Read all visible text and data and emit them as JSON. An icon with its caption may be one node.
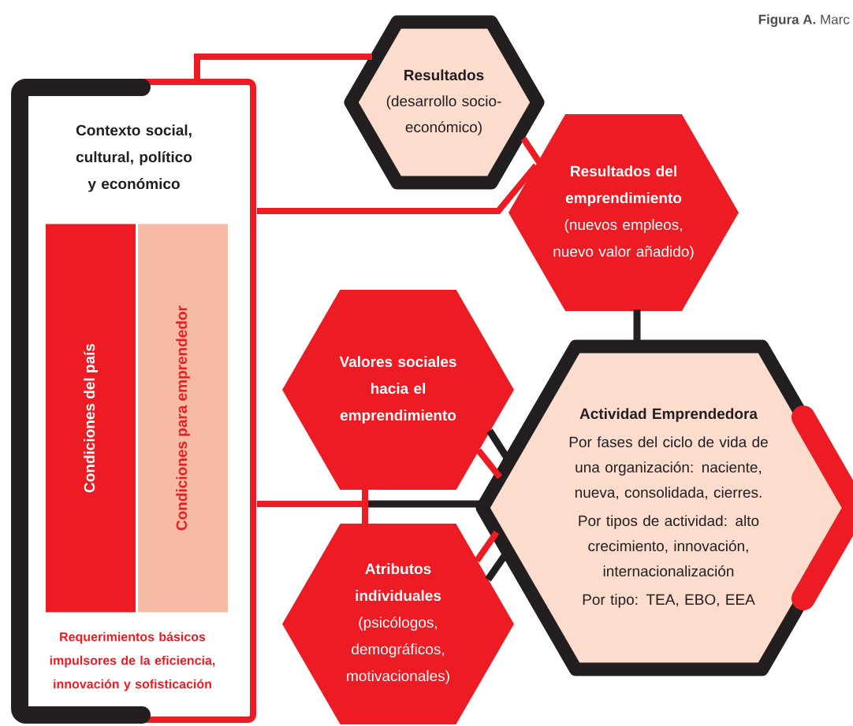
{
  "diagram": {
    "title": "**Figura A.** Marc",
    "nodes": [
      {
        "text": [
          "Contexto social, cultural, político y económico",
          "Requerimientos básicos impulsores de la eficiencia, innovación y sofisticación"
        ]
      },
      {
        "text": [
          "Condiciones del país"
        ],
        "in": 0
      },
      {
        "text": [
          "Condiciones para emprendedor"
        ],
        "in": 0
      },
      {
        "text": [
          "Resultados",
          "(desarrollo socio-económico)"
        ]
      },
      {
        "text": [
          "Resultados del emprendimiento",
          "(nuevos empleos, nuevo valor añadido)"
        ]
      },
      {
        "text": [
          "Valores sociales hacia el emprendimiento"
        ]
      },
      {
        "text": [
          "Atributos individuales",
          "(psicólogos, demográficos, motivacionales)"
        ]
      },
      {
        "text": [
          "Actividad Emprendedora",
          "Por fases del ciclo de vida de una organización: naciente, nueva, consolidada, cierres.",
          "Por tipos de actividad: alto crecimiento, innovación, internacionalización",
          "Por tipo: TEA, EBO, EEA"
        ]
      }
    ],
    "edges": [
      {
        "from": 0,
        "to": 3,
        "arrow": "none"
      },
      {
        "from": 0,
        "to": 4,
        "arrow": "none"
      },
      {
        "from": 3,
        "to": 4,
        "arrow": "none"
      },
      {
        "from": 4,
        "to": 7,
        "arrow": "none",
        "color": "#231f20"
      },
      {
        "from": 0,
        "to": 7,
        "arrow": "none"
      },
      {
        "from": 5,
        "to": 6,
        "arrow": "none"
      },
      {
        "from": 5,
        "to": 7,
        "arrow": "none",
        "color": "#231f20"
      },
      {
        "from": 5,
        "to": 7,
        "arrow": "none"
      },
      {
        "from": 6,
        "to": 7,
        "arrow": "none"
      },
      {
        "from": 6,
        "to": 7,
        "arrow": "none",
        "color": "#231f20"
      }
    ]
  }
}
